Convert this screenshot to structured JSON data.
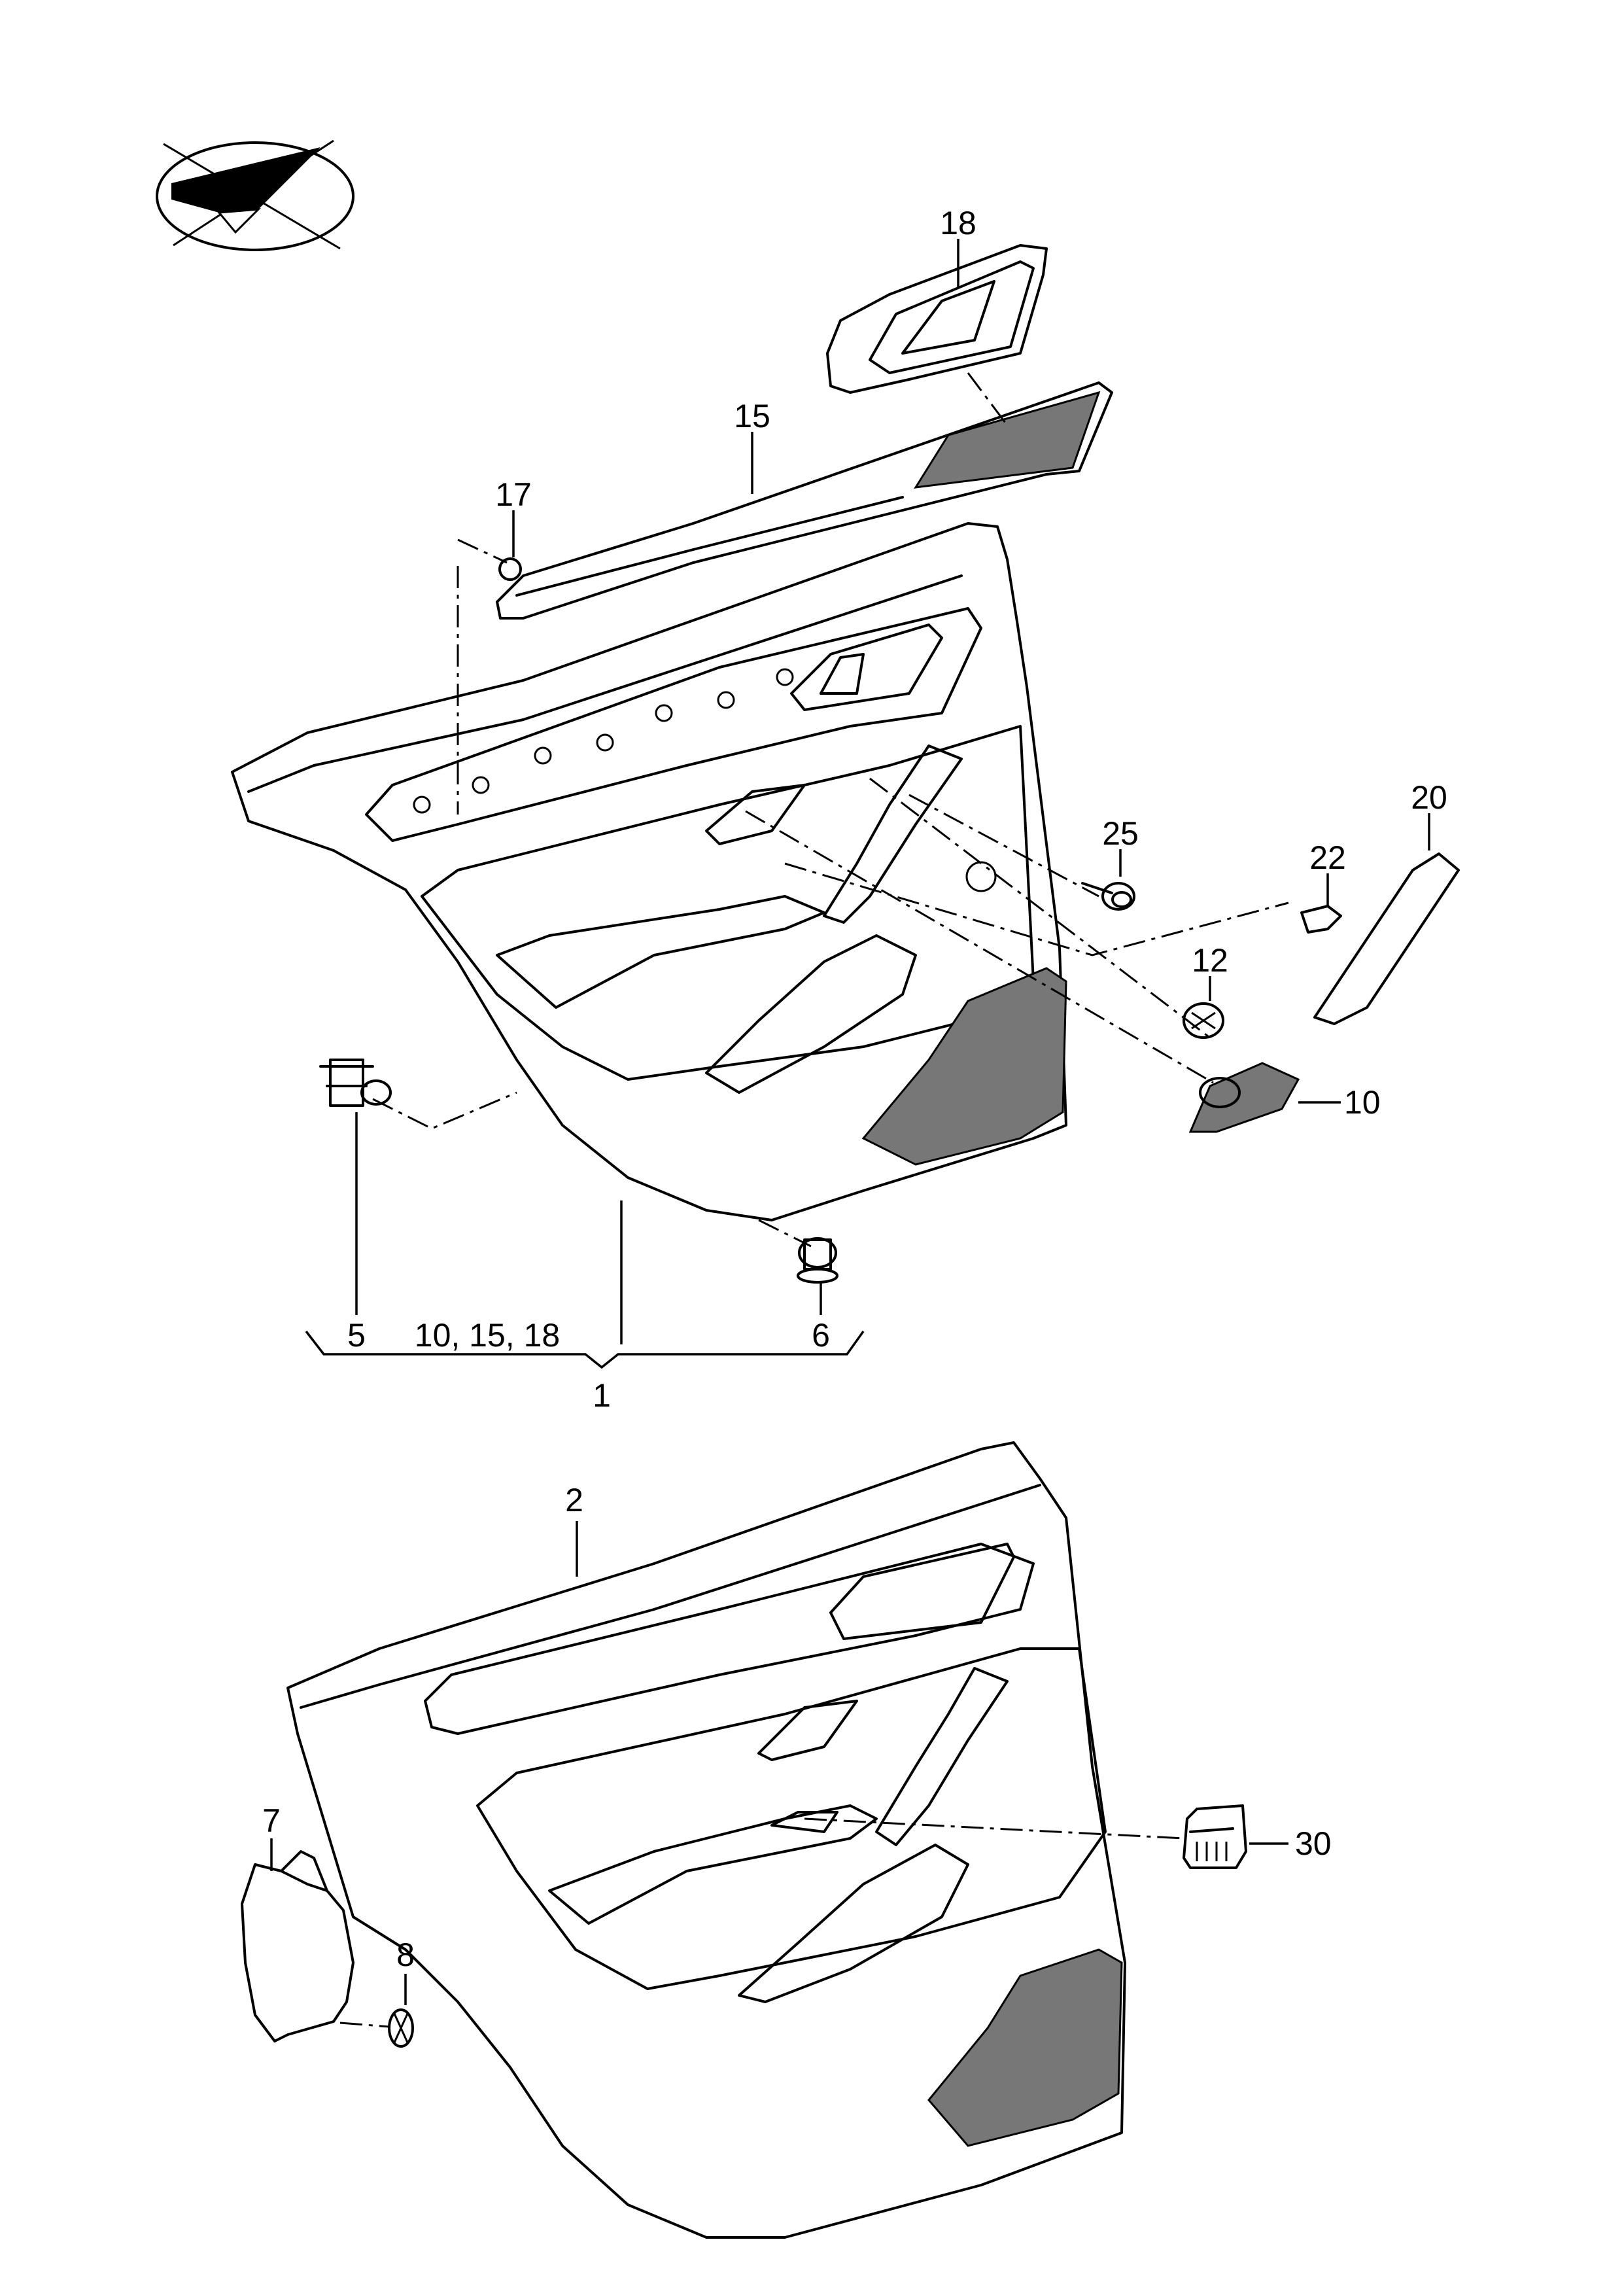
{
  "callouts": {
    "c18": "18",
    "c15": "15",
    "c17": "17",
    "c25": "25",
    "c20": "20",
    "c22": "22",
    "c12": "12",
    "c10": "10",
    "c5": "5",
    "group_contents": "10, 15, 18",
    "c6": "6",
    "c1": "1",
    "c2": "2",
    "c7": "7",
    "c30": "30",
    "c8": "8"
  },
  "icons": {
    "orientation": "direction-arrow-icon"
  }
}
